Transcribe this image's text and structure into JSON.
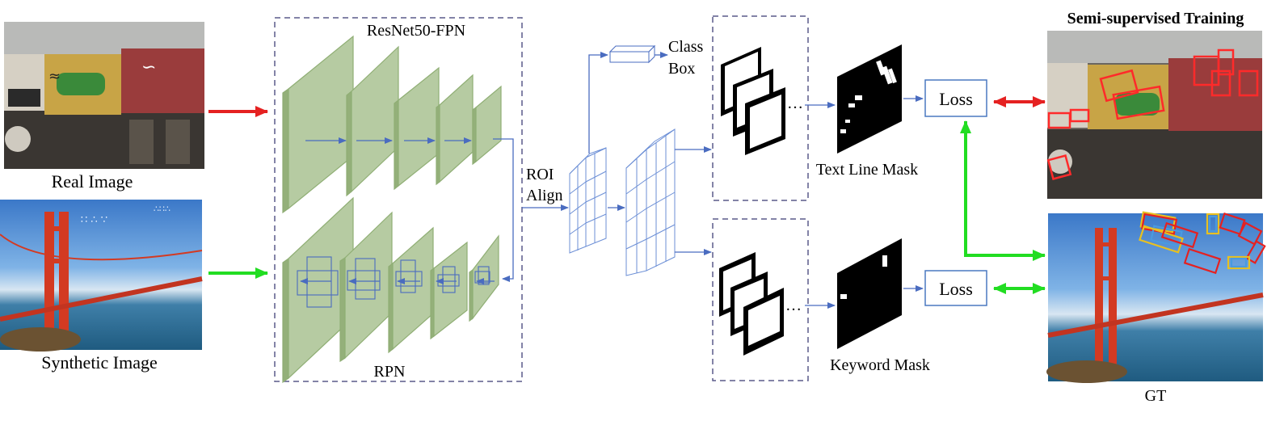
{
  "inputs": {
    "real_label": "Real Image",
    "synthetic_label": "Synthetic Image"
  },
  "backbone": {
    "top_label": "ResNet50-FPN",
    "bottom_label": "RPN"
  },
  "roi": {
    "line1": "ROI",
    "line2": "Align"
  },
  "heads": {
    "class_label": "Class",
    "box_label": "Box",
    "ellipsis": "…"
  },
  "masks": {
    "text_line_label": "Text Line Mask",
    "keyword_label": "Keyword Mask"
  },
  "losses": {
    "top": "Loss",
    "bottom": "Loss"
  },
  "outputs": {
    "title": "Semi-supervised Training",
    "gt_label": "GT"
  },
  "colors": {
    "arrow_blue": "#4a6cc0",
    "arrow_red": "#e52121",
    "arrow_green": "#22dd22",
    "feature_green": "#b6cba2",
    "dash_border": "#5a5a8a",
    "loss_border": "#4a78c0",
    "grid_blue": "#6c8fd6"
  }
}
